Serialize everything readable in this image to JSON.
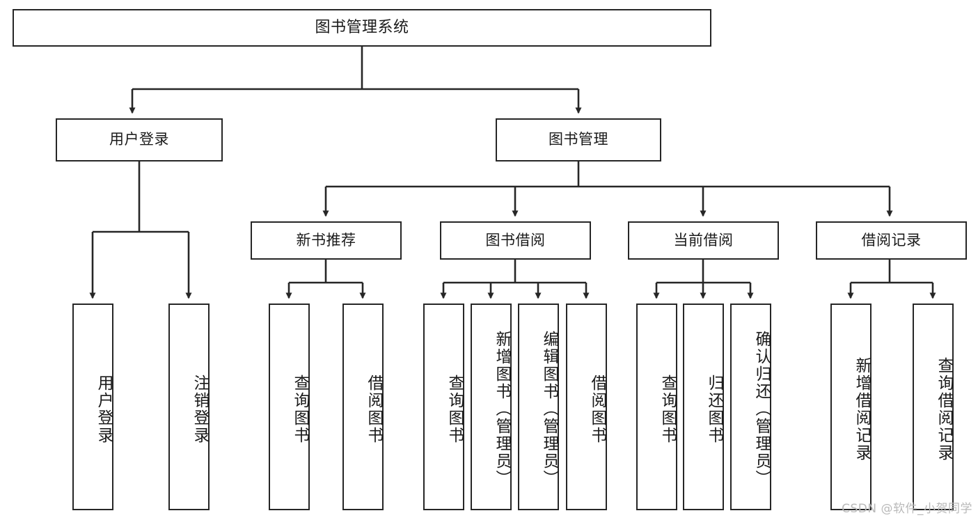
{
  "diagram": {
    "type": "tree-hierarchy",
    "title": "图书管理系统",
    "colors": {
      "stroke": "#262626",
      "background": "#ffffff",
      "text": "#1a1a1a",
      "watermark": "#b9b9b9"
    },
    "root": {
      "label": "图书管理系统"
    },
    "level2": [
      {
        "label": "用户登录"
      },
      {
        "label": "图书管理"
      }
    ],
    "level3": [
      {
        "label": "新书推荐"
      },
      {
        "label": "图书借阅"
      },
      {
        "label": "当前借阅"
      },
      {
        "label": "借阅记录"
      }
    ],
    "leaves": {
      "user_login": [
        {
          "label": "用户登录"
        },
        {
          "label": "注销登录"
        }
      ],
      "new_book": [
        {
          "label": "查询图书"
        },
        {
          "label": "借阅图书"
        }
      ],
      "book_borrow": [
        {
          "label": "查询图书"
        },
        {
          "label": "新增图书（管理员）"
        },
        {
          "label": "编辑图书（管理员）"
        },
        {
          "label": "借阅图书"
        }
      ],
      "current_borrow": [
        {
          "label": "查询图书"
        },
        {
          "label": "归还图书"
        },
        {
          "label": "确认归还（管理员）"
        }
      ],
      "borrow_record": [
        {
          "label": "新增借阅记录"
        },
        {
          "label": "查询借阅记录"
        }
      ]
    }
  },
  "watermark": {
    "text": "CSDN @软件_小贺同学"
  }
}
